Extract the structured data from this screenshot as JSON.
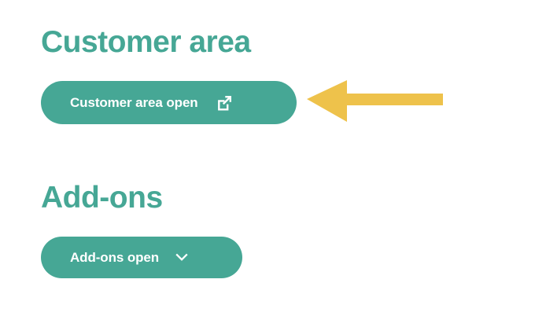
{
  "theme": {
    "background": "#ffffff",
    "accent_teal": "#46a795",
    "heading_teal": "#46a795",
    "button_text": "#ffffff",
    "annotation_yellow": "#eec24b"
  },
  "sections": [
    {
      "heading": "Customer area",
      "button": {
        "label": "Customer area open",
        "icon": "external-link-icon"
      }
    },
    {
      "heading": "Add-ons",
      "button": {
        "label": "Add-ons open",
        "icon": "chevron-down-icon"
      }
    }
  ],
  "annotation": {
    "type": "arrow",
    "direction": "left",
    "points_to": "Customer area open"
  }
}
